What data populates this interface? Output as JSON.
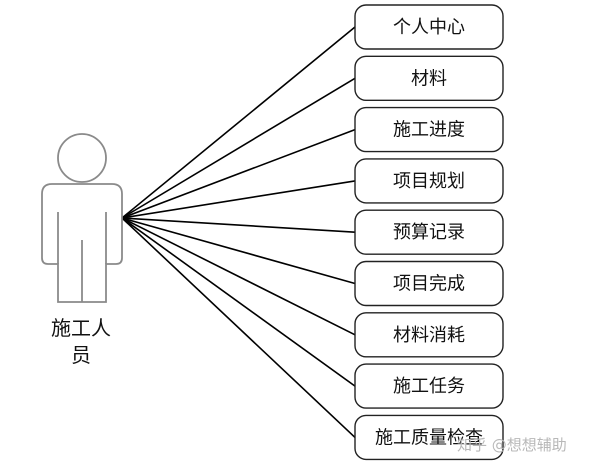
{
  "actor": {
    "label_line1": "施工人",
    "label_line2": "员"
  },
  "use_cases": [
    "个人中心",
    "材料",
    "施工进度",
    "项目规划",
    "预算记录",
    "项目完成",
    "材料消耗",
    "施工任务",
    "施工质量检查"
  ],
  "watermark": {
    "text": "知乎 @想想辅助"
  }
}
